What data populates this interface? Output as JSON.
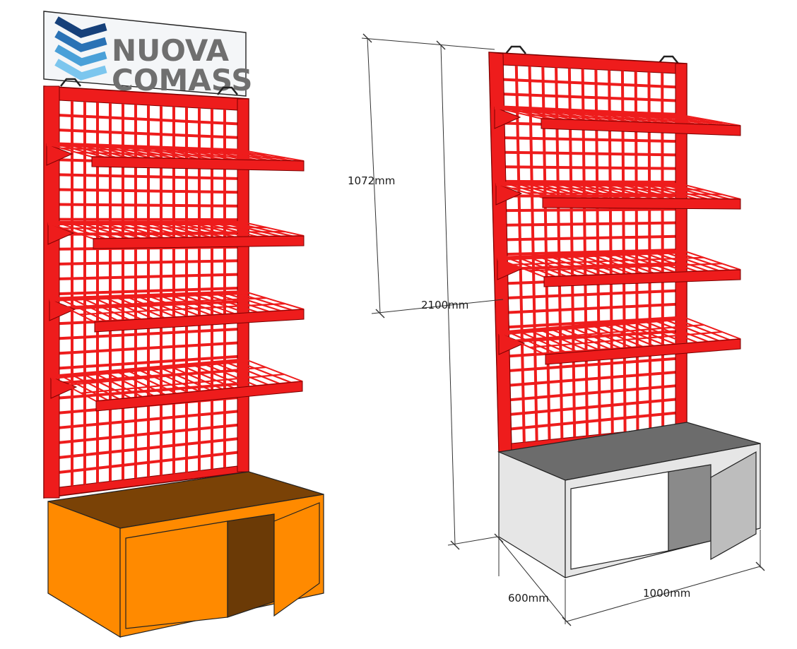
{
  "logo": {
    "line1": "NUOVA",
    "line2": "COMASS",
    "chevron_colors": [
      "#16407a",
      "#2a72b5",
      "#4aa0d8",
      "#7cc6ee"
    ],
    "text_color": "#6f6f6f"
  },
  "dimensions": {
    "upper_height": "1072mm",
    "total_height": "2100mm",
    "depth": "600mm",
    "width": "1000mm"
  },
  "colors": {
    "rack_red": "#ee1c1c",
    "rack_dark": "#b80f0f",
    "cabinet_orange": "#ff8a00",
    "cabinet_top_brown": "#7a4206",
    "cabinet_inside": "#6b3a06",
    "cabinet_grey": "#e6e6e6",
    "cabinet_top_grey": "#6c6c6c",
    "cabinet_inside_grey": "#8a8a8a"
  }
}
